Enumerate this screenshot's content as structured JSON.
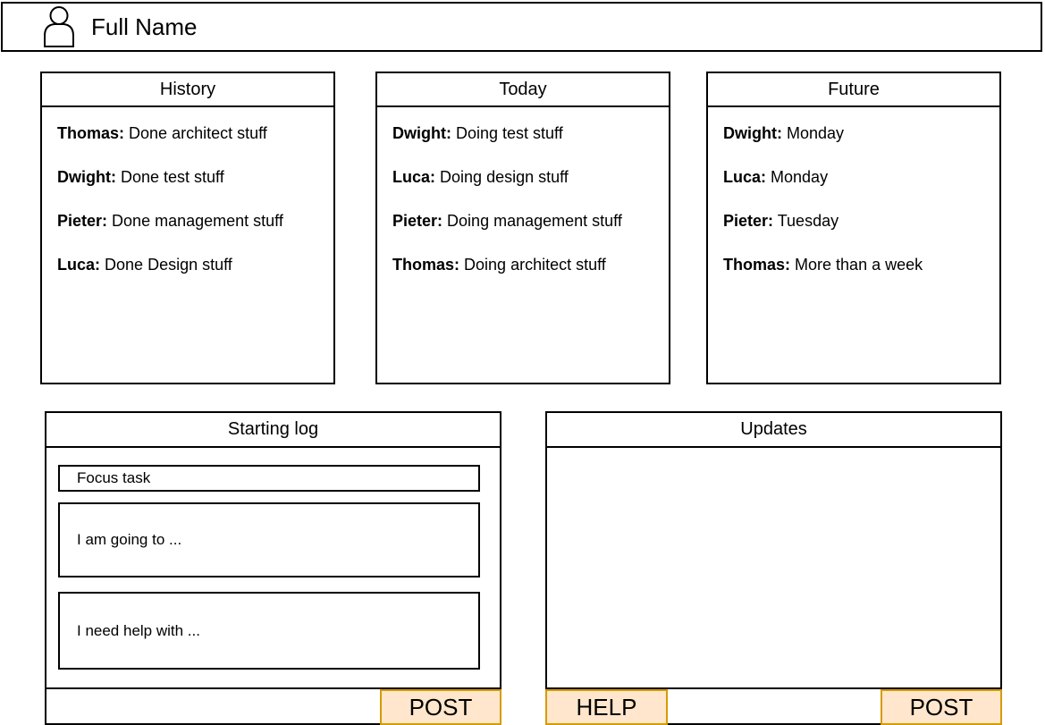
{
  "header": {
    "title": "Full Name"
  },
  "panels": [
    {
      "title": "History",
      "items": [
        {
          "label": "Thomas:",
          "text": "Done architect stuff"
        },
        {
          "label": "Dwight:",
          "text": "Done test stuff"
        },
        {
          "label": "Pieter:",
          "text": "Done management stuff"
        },
        {
          "label": "Luca:",
          "text": "Done Design stuff"
        }
      ]
    },
    {
      "title": "Today",
      "items": [
        {
          "label": "Dwight:",
          "text": "Doing test stuff"
        },
        {
          "label": "Luca:",
          "text": "Doing design stuff"
        },
        {
          "label": "Pieter:",
          "text": "Doing management stuff"
        },
        {
          "label": "Thomas:",
          "text": "Doing architect stuff"
        }
      ]
    },
    {
      "title": "Future",
      "items": [
        {
          "label": "Dwight:",
          "text": "Monday"
        },
        {
          "label": "Luca:",
          "text": "Monday"
        },
        {
          "label": "Pieter:",
          "text": "Tuesday"
        },
        {
          "label": "Thomas:",
          "text": "More than a week"
        }
      ]
    }
  ],
  "starting_log": {
    "title": "Starting log",
    "focus_task": "Focus task",
    "going_to": "I am going to ...",
    "need_help": "I need help with ...",
    "post_input_value": "",
    "post_button": "POST"
  },
  "updates": {
    "title": "Updates",
    "help_button": "HELP",
    "post_input_value": "",
    "post_button": "POST"
  },
  "icons": {
    "header": "person-icon"
  },
  "colors": {
    "button_fill": "#FFE6CC",
    "button_border": "#D79B00",
    "panel_border": "#000000",
    "background": "#FFFFFF"
  }
}
